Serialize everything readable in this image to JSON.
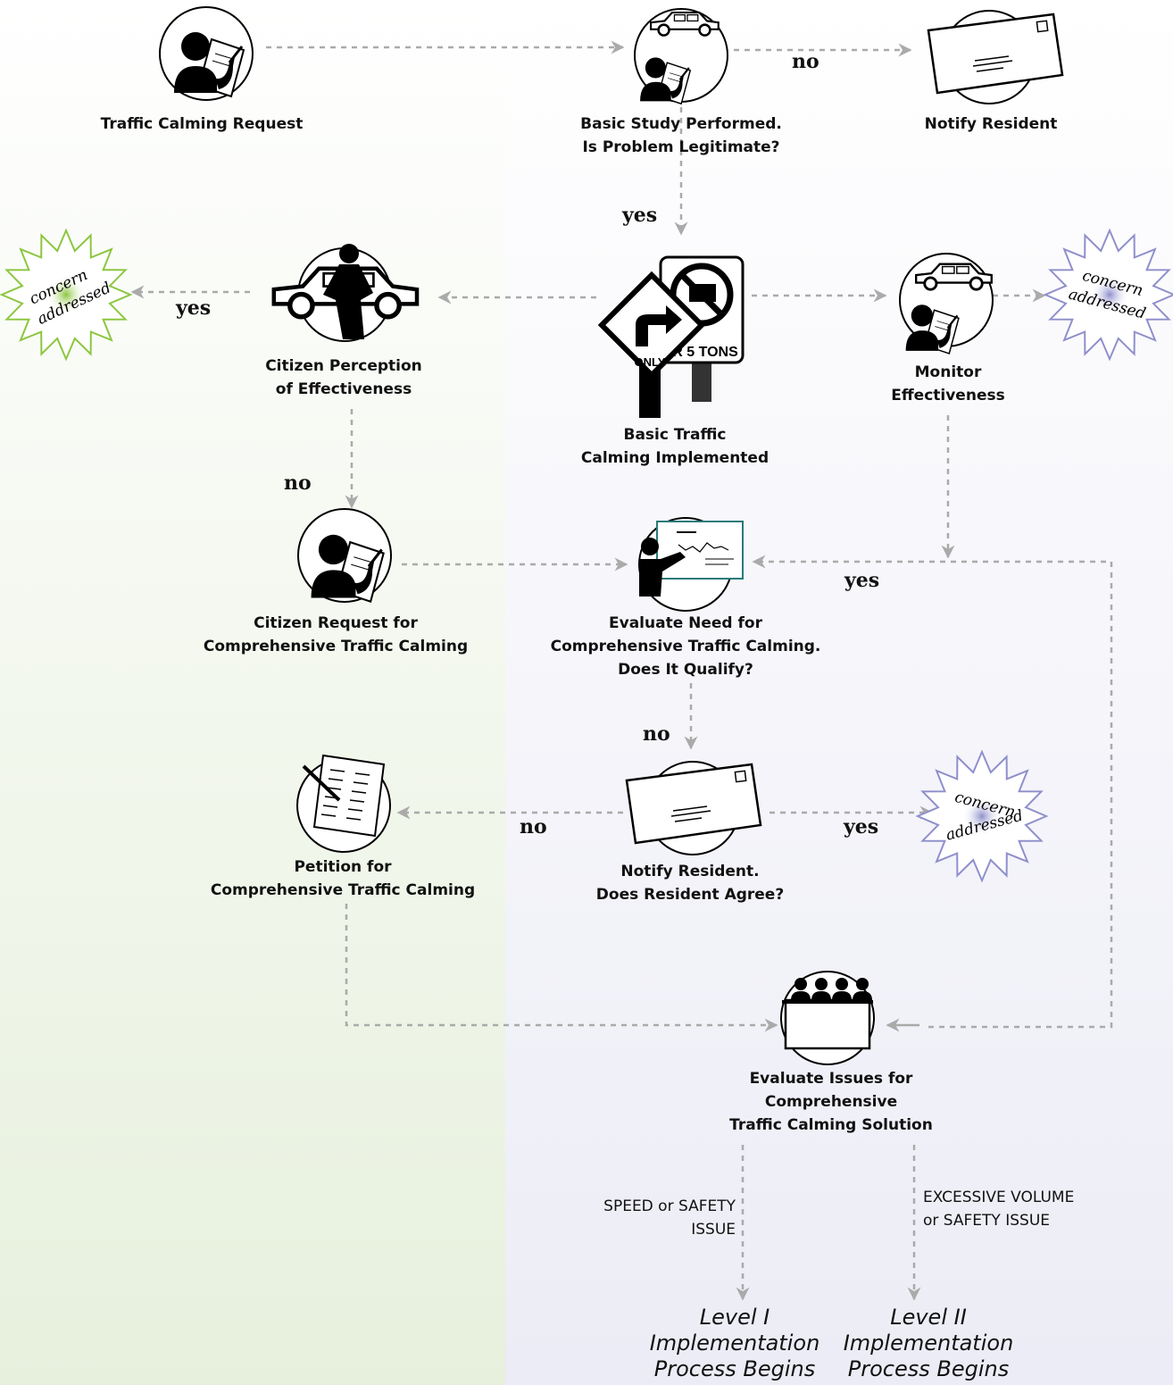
{
  "nodes": {
    "traffic_calming_request": [
      "Traffic Calming Request"
    ],
    "basic_study": [
      "Basic Study Performed.",
      "Is Problem Legitimate?"
    ],
    "notify_resident": [
      "Notify Resident"
    ],
    "citizen_perception": [
      "Citizen Perception",
      "of Effectiveness"
    ],
    "basic_traffic_calming": [
      "Basic Traffic",
      "Calming Implemented"
    ],
    "monitor_effectiveness": [
      "Monitor",
      "Effectiveness"
    ],
    "citizen_request": [
      "Citizen Request for",
      "Comprehensive Traffic Calming"
    ],
    "evaluate_need": [
      "Evaluate Need for",
      "Comprehensive Traffic Calming.",
      "Does It Qualify?"
    ],
    "petition": [
      "Petition for",
      "Comprehensive Traffic Calming"
    ],
    "notify_resident_agree": [
      "Notify Resident.",
      "Does Resident Agree?"
    ],
    "evaluate_issues": [
      "Evaluate Issues for",
      "Comprehensive",
      "Traffic Calming Solution"
    ]
  },
  "decisions": {
    "study_no": "no",
    "study_yes": "yes",
    "perception_yes": "yes",
    "perception_no": "no",
    "monitor_yes": "yes",
    "qualify_no": "no",
    "agree_no": "no",
    "agree_yes": "yes"
  },
  "issues": {
    "speed": [
      "SPEED or SAFETY",
      "ISSUE"
    ],
    "volume": [
      "EXCESSIVE VOLUME",
      "or SAFETY ISSUE"
    ]
  },
  "levels": {
    "level1": [
      "Level  I",
      "Implementation",
      "Process Begins"
    ],
    "level2": [
      "Level  II",
      "Implementation",
      "Process Begins"
    ]
  },
  "starbursts": {
    "green": [
      "concern",
      "addressed"
    ],
    "blue_top": [
      "concern",
      "addressed"
    ],
    "blue_bottom": [
      "concern",
      "addressed"
    ]
  },
  "sign": {
    "only": "ONLY",
    "tons": "R 5 TONS"
  },
  "colors": {
    "left_panel": "#e7f0dd",
    "right_panel": "#ececf6",
    "connector": "#aaaaaa",
    "green_burst": "#8cc63f",
    "blue_burst": "#8f8fcc"
  }
}
